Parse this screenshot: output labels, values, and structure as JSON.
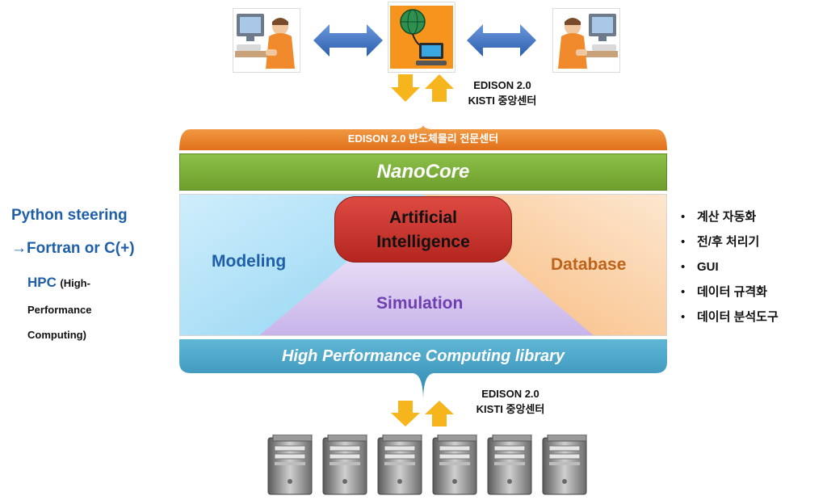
{
  "top_caption": {
    "line1": "EDISON 2.0",
    "line2": "KISTI 중앙센터"
  },
  "bottom_caption": {
    "line1": "EDISON 2.0",
    "line2": "KISTI 중앙센터"
  },
  "banners": {
    "orange": "EDISON 2.0 반도체물리 전문센터",
    "nanocore": "NanoCore",
    "hpc_library": "High Performance Computing library"
  },
  "center": {
    "ai_line1": "Artificial",
    "ai_line2": "Intelligence",
    "modeling": "Modeling",
    "database": "Database",
    "simulation": "Simulation"
  },
  "left_panel": {
    "python": "Python steering",
    "fortran": "→Fortran or C(+)",
    "hpc": "HPC",
    "hpc_detail_1": "(High-",
    "hpc_detail_2": "Performance",
    "hpc_detail_3": "Computing)"
  },
  "right_panel": {
    "items": [
      "계산 자동화",
      "전/후 처리기",
      "GUI",
      "데이터 규격화",
      "데이터 분석도구"
    ]
  },
  "icons": {
    "user_left": "user-at-computer-icon",
    "globe_server": "globe-network-computer-icon",
    "user_right": "user-at-computer-icon",
    "arrows": "double-arrow-icon",
    "servers": "server-tower-icon"
  },
  "colors": {
    "orange_banner": "#f08a2c",
    "green_banner": "#7fb13b",
    "blue_banner": "#3a9cc0",
    "ai_pill": "#c8332c",
    "modeling_text": "#1f5fa8",
    "database_text": "#c0631a",
    "simulation_text": "#6f3fb0",
    "arrow_blue": "#3d74c7",
    "arrow_gold": "#f6b51c"
  }
}
